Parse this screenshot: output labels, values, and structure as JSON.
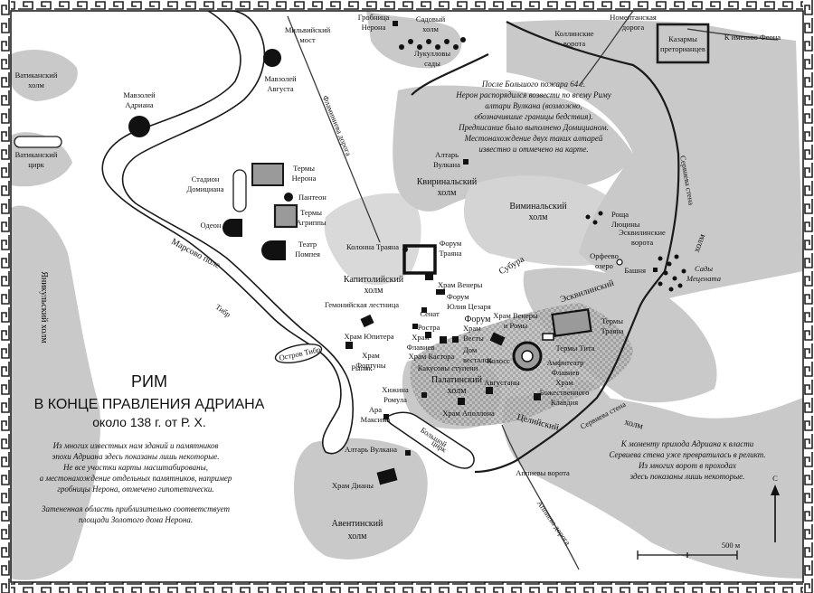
{
  "title": {
    "line1": "РИМ",
    "line2": "В КОНЦЕ ПРАВЛЕНИЯ АДРИАНА",
    "line3": "около 138 г. от Р. Х."
  },
  "notes": {
    "left": [
      "Из многих известных нам зданий и памятников",
      "эпохи Адриана здесь показаны лишь некоторые.",
      "Не все участки карты масштабированы,",
      "а местонахождение отдельных памятников, например",
      "гробницы Нерона, отмечено гипотетически.",
      "",
      "Затененная область приблизительно соответствует",
      "площади Золотого дома Нерона."
    ],
    "fire": [
      "После Большого пожара 64 г.",
      "Нерон распорядился возвести по всему Риму",
      "алтари Вулкана (возможно,",
      "обозначившие границы бедствия).",
      "Предписание было выполнено Домицианом.",
      "Местонахождение двух таких алтарей",
      "известно и отмечено на карте."
    ],
    "wall": [
      "К моменту прихода Адриана к власти",
      "Сервиева стена уже превратилась в реликт.",
      "Из многих ворот в проходах",
      "здесь показаны лишь некоторые."
    ]
  },
  "hills": {
    "vatican": [
      "Ватиканский",
      "холм"
    ],
    "janiculum": "Яникульский холм",
    "capitoline": [
      "Капитолийский",
      "холм"
    ],
    "palatine": [
      "Палатинский",
      "холм"
    ],
    "aventine": [
      "Авентинский",
      "холм"
    ],
    "quirinal": [
      "Квиринальский",
      "холм"
    ],
    "viminal": [
      "Виминальский",
      "холм"
    ],
    "esquiline": "Эсквилинский",
    "caelian": [
      "Целийский",
      "холм"
    ],
    "garden": [
      "Садовый",
      "холм"
    ]
  },
  "districts": {
    "campus": "Марсово поле",
    "subura": "Субура",
    "forum": "Форум",
    "market": "Рынок"
  },
  "river": {
    "name": "Тибр",
    "island": "Остров Тибр"
  },
  "roads": {
    "flaminia": "Фламиниева дорога",
    "nomentana": [
      "Номентанская",
      "дорога"
    ],
    "appia": "Аппиева дорога",
    "to_feon": "К имению Феона"
  },
  "walls": {
    "servian_north": "Сервиева стена",
    "servian_south": "Сервиева стена"
  },
  "gates": {
    "colline": [
      "Коллинские",
      "ворота"
    ],
    "esquiline_gate": [
      "Эсквилинские",
      "ворота"
    ],
    "appian_gate": "Аппиевы ворота"
  },
  "places": {
    "milvian": [
      "Мильвийский",
      "мост"
    ],
    "nero_tomb": [
      "Гробница",
      "Нерона"
    ],
    "lucullus": [
      "Лукулловы",
      "сады"
    ],
    "barracks": [
      "Казармы",
      "преторианцев"
    ],
    "vatican_circus": [
      "Ватиканский",
      "цирк"
    ],
    "hadrian_mausoleum": [
      "Мавзолей",
      "Адриана"
    ],
    "augustus_mausoleum": [
      "Мавзолей",
      "Августа"
    ],
    "domitian_stadium": [
      "Стадион",
      "Домициана"
    ],
    "nero_baths": [
      "Термы",
      "Нерона"
    ],
    "pantheon": "Пантеон",
    "odeon": "Одеон",
    "agrippa_baths": [
      "Термы",
      "Агриппы"
    ],
    "pompey_theatre": [
      "Театр",
      "Помпея"
    ],
    "vulcan_altar_n": [
      "Алтарь",
      "Вулкана"
    ],
    "trajan_column": "Колонна Траяна",
    "trajan_forum": [
      "Форум",
      "Траяна"
    ],
    "venus_temple": "Храм Венеры",
    "caesar_forum": [
      "Форум",
      "Юлия Цезаря"
    ],
    "gemonian": "Гемонийская лестница",
    "senate": "Сенат",
    "rostra": "Ростра",
    "jupiter_temple": "Храм Юпитера",
    "flavian_temple": [
      "Храм",
      "Флавиев"
    ],
    "castor_temple": "Храм Кастора",
    "vesta_temple": [
      "Храм",
      "Весты"
    ],
    "vestal_house": [
      "Дом",
      "весталок"
    ],
    "venus_roma": [
      "Храм Венеры",
      "и Ромы"
    ],
    "fortuna_temple": [
      "Храм",
      "Фортуны"
    ],
    "colossus": "Колосс",
    "amphitheatre": [
      "Амфитеатр",
      "Флавиев"
    ],
    "titus_baths": "Термы Тита",
    "trajan_baths": [
      "Термы",
      "Траяна"
    ],
    "cacus_stairs": "Какусовы ступени",
    "augustana": "Августаны",
    "romulus_hut": [
      "Хижина",
      "Ромула"
    ],
    "ara_maxima": [
      "Ара",
      "Максима"
    ],
    "apollo_temple": "Храм Аполлона",
    "claudius_temple": [
      "Храм",
      "Божественного",
      "Клавдия"
    ],
    "circus_maximus": [
      "Большой",
      "цирк"
    ],
    "vulcan_altar_s": "Алтарь Вулкана",
    "diana_temple": "Храм Дианы",
    "lucina_grove": [
      "Роща",
      "Люцины"
    ],
    "orpheus_lake": [
      "Орфеево",
      "озеро"
    ],
    "maecenas": [
      "Сады",
      "Мецената"
    ],
    "tower": "Башня"
  },
  "scale": {
    "label": "500 м",
    "north": "С"
  },
  "colors": {
    "land": "#c9c9c9",
    "river": "#ffffff",
    "outline": "#1a1a1a",
    "golden_house": "#a9a9a9"
  }
}
